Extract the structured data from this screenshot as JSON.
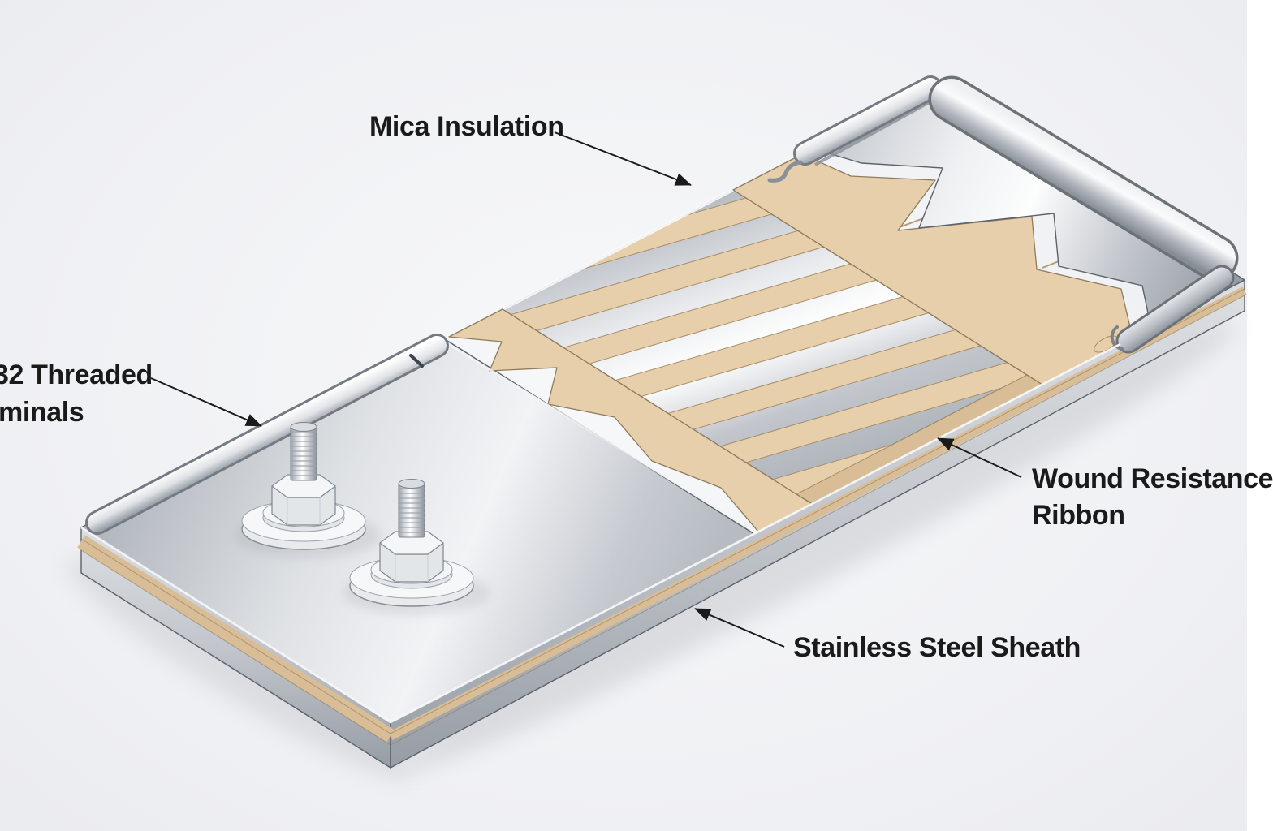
{
  "labels": {
    "mica": "Mica Insulation",
    "terminals_line1": "32 Threaded",
    "terminals_line2": "minals",
    "wound_line1": "Wound Resistance",
    "wound_line2": "Ribbon",
    "sheath": "Stainless Steel Sheath"
  },
  "colors": {
    "background": "#eff0f3",
    "mica": "#e8cfab",
    "mica_deep": "#d9bd97",
    "mica_edge": "#a78e66",
    "steel_light": "#f5f6f8",
    "steel_dark": "#9aa0a8",
    "outline": "#5c626a",
    "text": "#1a1a1a"
  }
}
